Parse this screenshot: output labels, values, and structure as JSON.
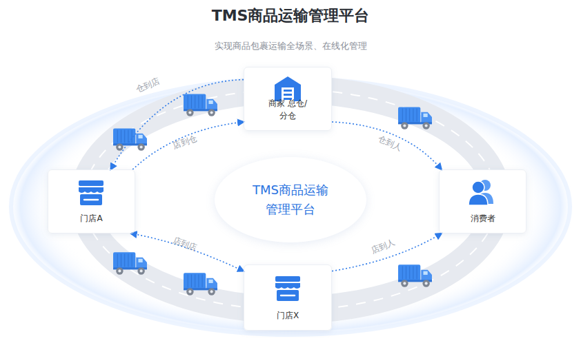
{
  "diagram": {
    "title": "TMS商品运输管理平台",
    "nodes": [
      {
        "text": [
          "商家 总仓/分仓"
        ]
      },
      {
        "text": [
          "门店A"
        ]
      },
      {
        "text": [
          "TMS商品运输 管理平台"
        ]
      },
      {
        "text": [
          "消费者"
        ]
      },
      {
        "text": [
          "门店X"
        ]
      }
    ],
    "edges": [
      {
        "from": 0,
        "to": 1,
        "arrow": "to",
        "label": "仓到店"
      },
      {
        "from": 1,
        "to": 0,
        "arrow": "to",
        "label": "店到仓"
      },
      {
        "from": 0,
        "to": 3,
        "arrow": "to",
        "label": "仓到人"
      },
      {
        "from": 1,
        "to": 4,
        "arrow": "both",
        "label": "店到店"
      },
      {
        "from": 4,
        "to": 3,
        "arrow": "to",
        "label": "店到人"
      }
    ],
    "labels": [
      "实现商品包裹运输全场景、在线化管理"
    ]
  }
}
